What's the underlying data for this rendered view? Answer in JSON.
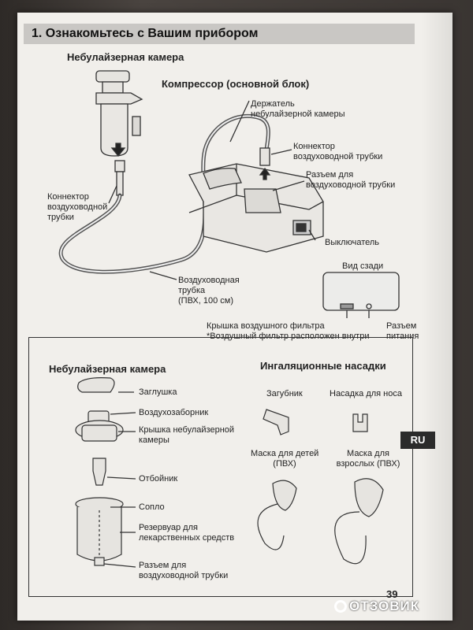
{
  "section_title": "1. Ознакомьтесь с Вашим прибором",
  "top": {
    "nebulizer_chamber": "Небулайзерная камера",
    "compressor": "Компрессор (основной блок)",
    "holder": "Держатель\nнебулайзерной камеры",
    "connector_right": "Коннектор\nвоздуховодной трубки",
    "port": "Разъем для\nвоздуховодной трубки",
    "switch": "Выключатель",
    "connector_left": "Коннектор\nвоздуховодной\nтрубки",
    "tube": "Воздуховодная\nтрубка\n(ПВХ, 100 см)",
    "rear_view": "Вид сзади",
    "filter_cover": "Крышка воздушного фильтра\n*Воздушный фильтр расположен внутри",
    "power_jack": "Разъем\nпитания"
  },
  "box": {
    "chamber_title": "Небулайзерная камера",
    "attach_title": "Ингаляционные насадки",
    "parts": [
      "Заглушка",
      "Воздухозаборник",
      "Крышка небулайзерной\nкамеры",
      "Отбойник",
      "Сопло",
      "Резервуар для\nлекарственных средств",
      "Разъем для\nвоздуховодной трубки"
    ],
    "mouthpiece": "Загубник",
    "nose_piece": "Насадка для носа",
    "child_mask": "Маска для детей\n(ПВХ)",
    "adult_mask": "Маска для\nвзрослых (ПВХ)"
  },
  "tab": "RU",
  "page_number": "39",
  "watermark": "ОТЗОВИК"
}
